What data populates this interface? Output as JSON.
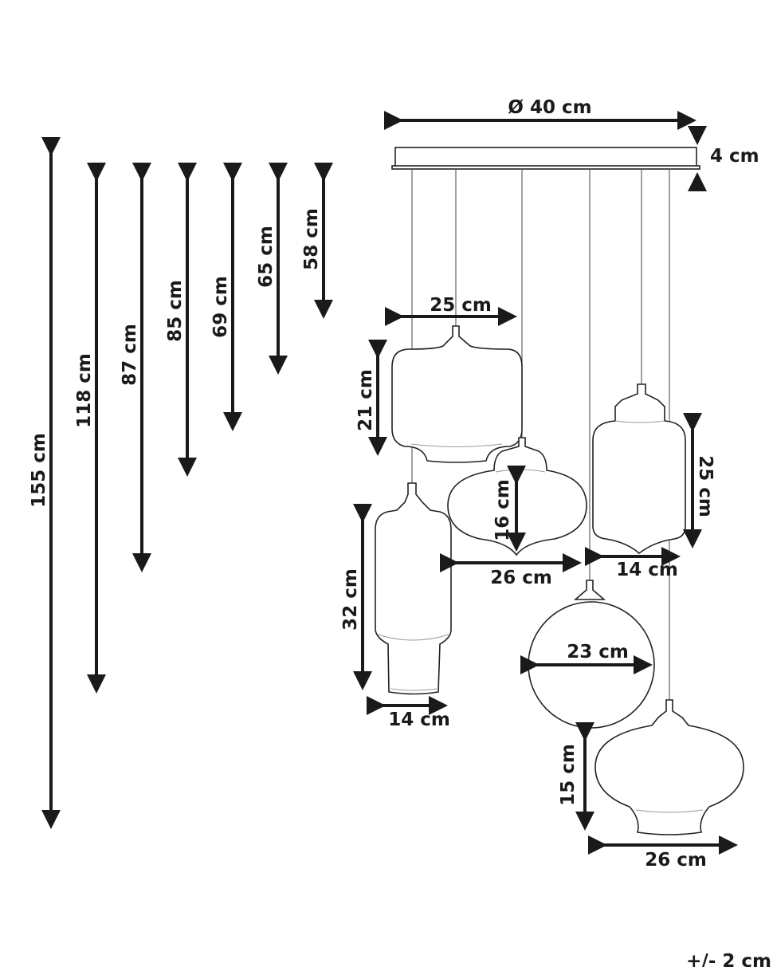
{
  "heights": [
    "155 cm",
    "118 cm",
    "87 cm",
    "85 cm",
    "69 cm",
    "65 cm",
    "58 cm"
  ],
  "canopy": {
    "diameter": "Ø 40 cm",
    "height": "4 cm"
  },
  "shades": [
    {
      "name": "wide-shade",
      "width": "25 cm",
      "height": "21 cm"
    },
    {
      "name": "oval-shade",
      "width": "26 cm",
      "height": "16 cm"
    },
    {
      "name": "jar-shade",
      "width": "14 cm",
      "height": "25 cm"
    },
    {
      "name": "bottle-shade",
      "width": "14 cm",
      "height": "32 cm"
    },
    {
      "name": "globe-shade",
      "width": "23 cm"
    },
    {
      "name": "round-shade",
      "width": "26 cm",
      "height": "15 cm"
    }
  ],
  "tolerance": "+/- 2 cm"
}
